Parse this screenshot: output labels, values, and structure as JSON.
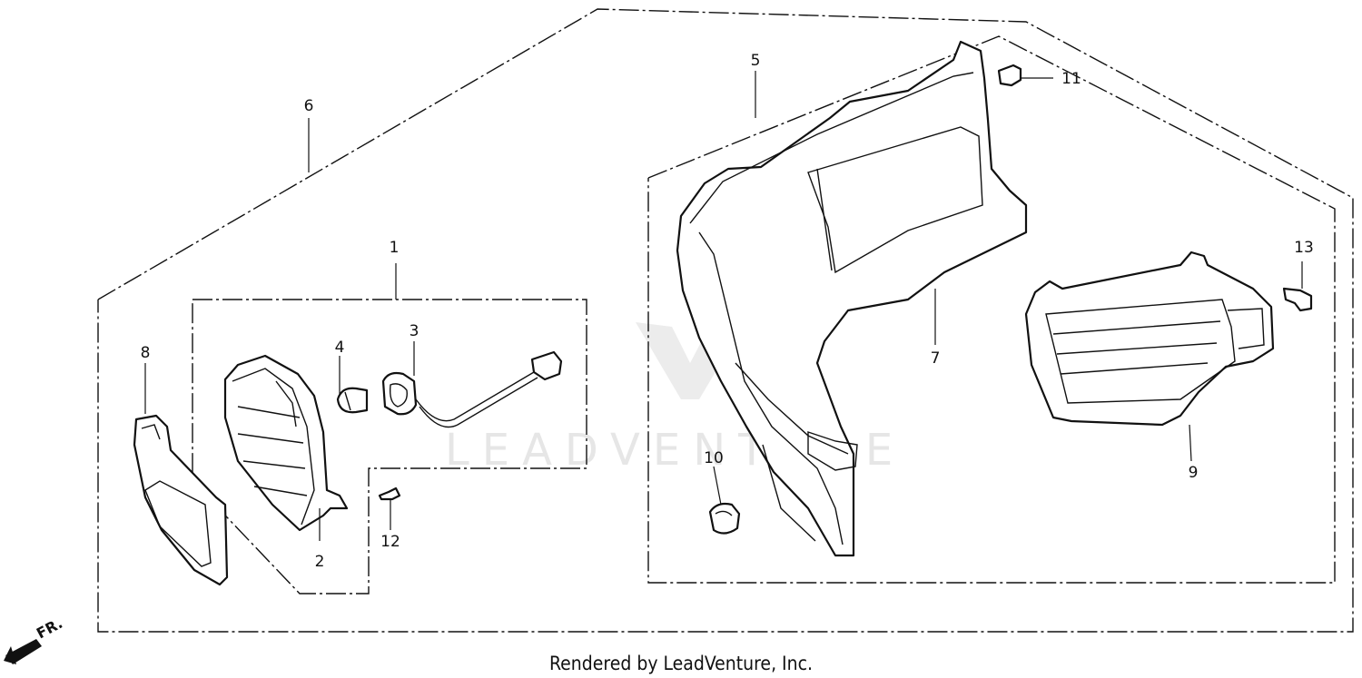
{
  "diagram": {
    "callouts": [
      {
        "id": "1",
        "label": "1"
      },
      {
        "id": "2",
        "label": "2"
      },
      {
        "id": "3",
        "label": "3"
      },
      {
        "id": "4",
        "label": "4"
      },
      {
        "id": "5",
        "label": "5"
      },
      {
        "id": "6",
        "label": "6"
      },
      {
        "id": "7",
        "label": "7"
      },
      {
        "id": "8",
        "label": "8"
      },
      {
        "id": "9",
        "label": "9"
      },
      {
        "id": "10",
        "label": "10"
      },
      {
        "id": "11",
        "label": "11"
      },
      {
        "id": "12",
        "label": "12"
      },
      {
        "id": "13",
        "label": "13"
      }
    ],
    "direction_label": "FR.",
    "watermark": "LEADVENTURE",
    "footer": "Rendered by LeadVenture, Inc."
  }
}
